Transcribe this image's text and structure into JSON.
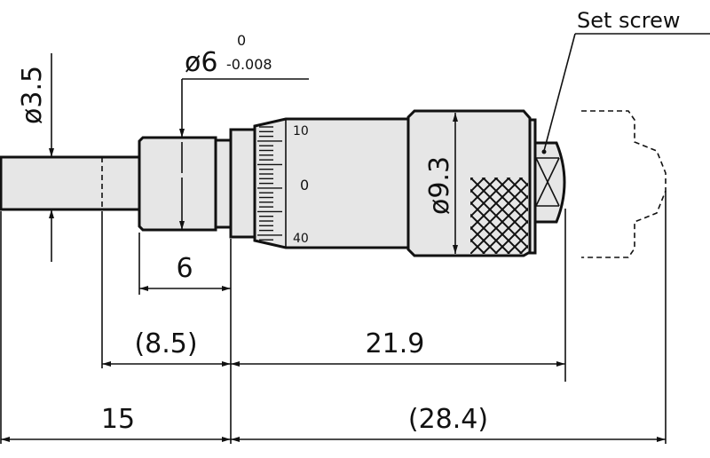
{
  "title": "Micrometer head dimensions",
  "labels": {
    "set_screw": "Set screw",
    "spindle_diameter": "ø3.5",
    "sleeve_diameter": "ø6",
    "sleeve_tol_upper": "0",
    "sleeve_tol_lower": "-0.008",
    "thimble_diameter": "ø9.3"
  },
  "dimensions": {
    "sleeve_length": "6",
    "spindle_to_ring": "(8.5)",
    "ring_to_end": "21.9",
    "front_length": "15",
    "total_rear": "(28.4)"
  },
  "scale_marks": [
    "10",
    "0",
    "40"
  ]
}
